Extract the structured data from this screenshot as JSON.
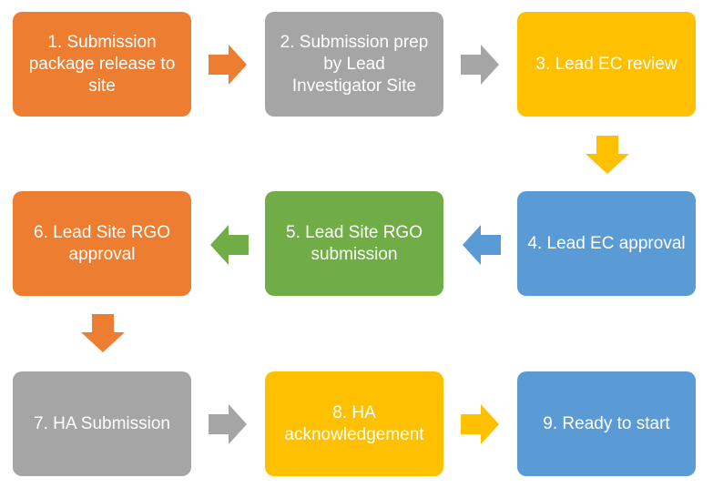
{
  "colors": {
    "orange": "#ED7D31",
    "gray": "#A5A5A5",
    "gold": "#FFC000",
    "blue": "#5B9BD5",
    "green": "#70AD47"
  },
  "steps": [
    {
      "label": "1. Submission\npackage release to\nsite",
      "color": "#ED7D31"
    },
    {
      "label": "2. Submission prep\nby Lead\nInvestigator Site",
      "color": "#A5A5A5"
    },
    {
      "label": "3. Lead EC review",
      "color": "#FFC000"
    },
    {
      "label": "4. Lead EC approval",
      "color": "#5B9BD5"
    },
    {
      "label": "5. Lead Site RGO\nsubmission",
      "color": "#70AD47"
    },
    {
      "label": "6. Lead Site RGO\napproval",
      "color": "#ED7D31"
    },
    {
      "label": "7. HA Submission",
      "color": "#A5A5A5"
    },
    {
      "label": "8. HA\nacknowledgement",
      "color": "#FFC000"
    },
    {
      "label": "9. Ready to start",
      "color": "#5B9BD5"
    }
  ],
  "arrows": [
    {
      "direction": "right",
      "color": "#ED7D31"
    },
    {
      "direction": "right",
      "color": "#A5A5A5"
    },
    {
      "direction": "down",
      "color": "#FFC000"
    },
    {
      "direction": "left",
      "color": "#5B9BD5"
    },
    {
      "direction": "left",
      "color": "#70AD47"
    },
    {
      "direction": "down",
      "color": "#ED7D31"
    },
    {
      "direction": "right",
      "color": "#A5A5A5"
    },
    {
      "direction": "right",
      "color": "#FFC000"
    }
  ]
}
